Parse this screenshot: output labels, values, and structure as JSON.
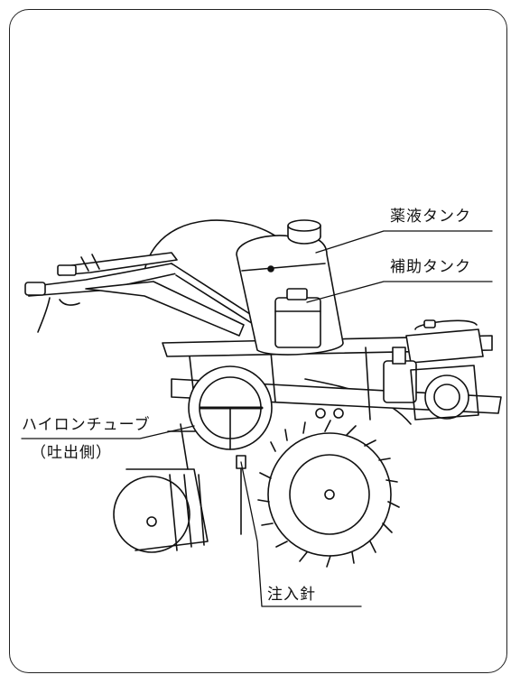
{
  "labels": {
    "chemical_tank": "薬液タンク",
    "aux_tank": "補助タンク",
    "hylon_tube": "ハイロンチューブ",
    "hylon_tube_side": "（吐出側）",
    "injection_needle": "注入針"
  }
}
